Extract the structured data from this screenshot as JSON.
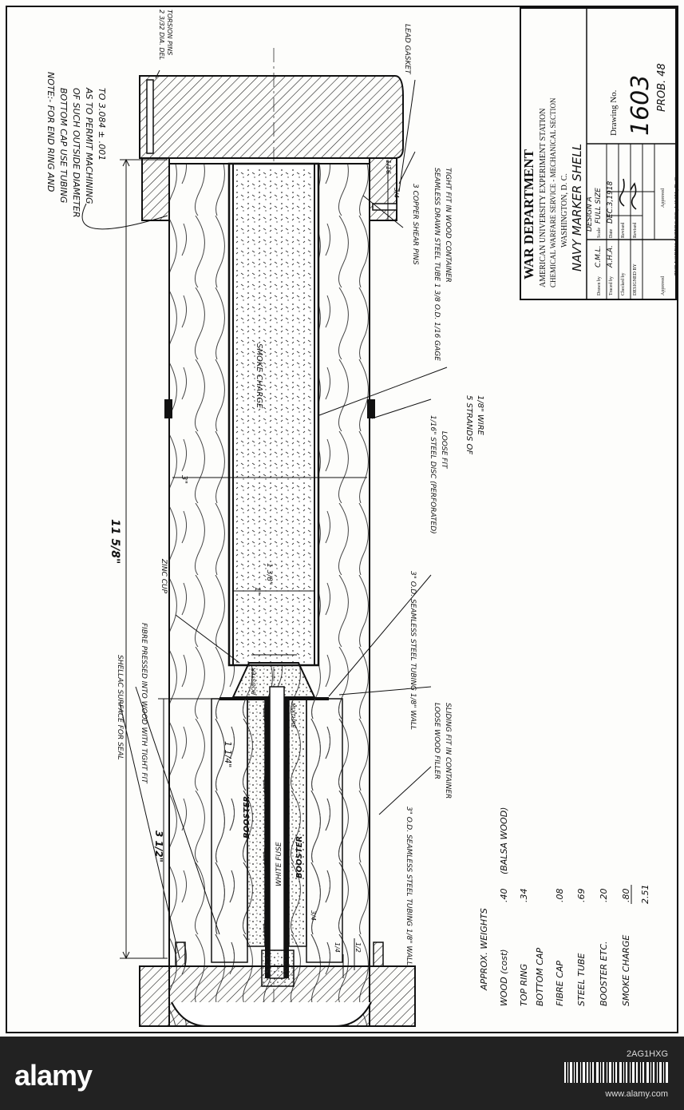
{
  "title_block": {
    "department": "WAR DEPARTMENT",
    "station": "AMERICAN UNIVERSITY EXPERIMENT STATION",
    "service": "CHEMICAL WARFARE SERVICE - MECHANICAL SECTION",
    "city": "WASHINGTON, D. C.",
    "part_name": "NAVY MARKER SHELL",
    "design": "DESIGN A",
    "drawn_by_label": "Drawn by",
    "drawn_by": "C.M.L.",
    "traced_by_label": "Traced by",
    "traced_by": "A.H.A.",
    "checked_by_label": "Checked by",
    "designed_by_label": "DESIGNED BY",
    "approved_label": "Approved",
    "scale_label": "Scale",
    "scale": "FULL SIZE",
    "date_label": "Date",
    "date": "DEC.3,1918",
    "revised_label": "Revised",
    "drawing_no_label": "Drawing No.",
    "drawing_no": "1603",
    "prob_no": "PROB. 48",
    "printer": "THE NORRIS PETERS CO., WASH., D. C."
  },
  "notes": {
    "end_ring_note": [
      "NOTE:- FOR END RING AND",
      "BOTTOM CAP USE TUBING",
      "OF SUCH OUTSIDE DIAMETER",
      "AS TO PERMIT MACHINING",
      "TO 3.084 ± .001"
    ],
    "torsion_pins": [
      "2 3/32 DIA. DEL",
      "TORSION PINS"
    ],
    "lead_gasket": "LEAD GASKET",
    "shear_pins": "3 COPPER SHEAR PINS",
    "steel_tube": [
      "SEAMLESS DRAWN STEEL TUBE 1 3/8 O.D. 1/16 GAGE",
      "TIGHT FIT IN WOOD CONTAINER"
    ],
    "wire": [
      "5 STRANDS OF",
      "1/8\" WIRE"
    ],
    "steel_disc": [
      "1/16\" STEEL DISC (PERFORATED)",
      "LOOSE FIT"
    ],
    "tubing": "3\" O.D. SEAMLESS STEEL TUBING 1/8\" WALL",
    "filler": [
      "LOOSE WOOD FILLER",
      "SLIDING FIT IN CONTAINER"
    ],
    "zinc_cup": "ZINC CUP",
    "fibre": "FIBRE PRESSED INTO WOOD WITH TIGHT FIT",
    "shellac": "SHELLAC SURFACE FOR SEAL"
  },
  "section_labels": {
    "smoke_charge": "SMOKE CHARGE",
    "booster_1": "BOOSTER",
    "booster_2": "BOOSTER",
    "booster_top": "BOOSTER",
    "mixture": "MIXTURE",
    "white_fuse": "WHITE FUSE"
  },
  "dimensions": {
    "overall_length": "11 5/8\"",
    "base_length": "3 1/2\"",
    "wood_dia": "3\"",
    "tube_dia": "1 3/8\"",
    "inner_dia": "1\"",
    "booster_dia": "1 1/4\"",
    "small_1": "1/16",
    "small_2": "3/4",
    "small_3": "1/2",
    "small_4": "1/4",
    "small_5": "3/4"
  },
  "weights": {
    "heading": "APPROX. WEIGHTS",
    "rows": [
      {
        "item": "WOOD (cost)",
        "value": ".40",
        "note": "(BALSA WOOD)"
      },
      {
        "item": "TOP RING",
        "value": ".34",
        "note": ""
      },
      {
        "item": "BOTTOM CAP",
        "value": "",
        "note": ""
      },
      {
        "item": "FIBRE CAP",
        "value": ".08",
        "note": ""
      },
      {
        "item": "STEEL TUBE",
        "value": ".69",
        "note": ""
      },
      {
        "item": "BOOSTER ETC.",
        "value": ".20",
        "note": ""
      },
      {
        "item": "SMOKE CHARGE",
        "value": ".80",
        "note": ""
      }
    ],
    "total": "2.51"
  },
  "footer": {
    "brand": "alamy",
    "image_id": "2AG1HXG",
    "url": "www.alamy.com"
  }
}
